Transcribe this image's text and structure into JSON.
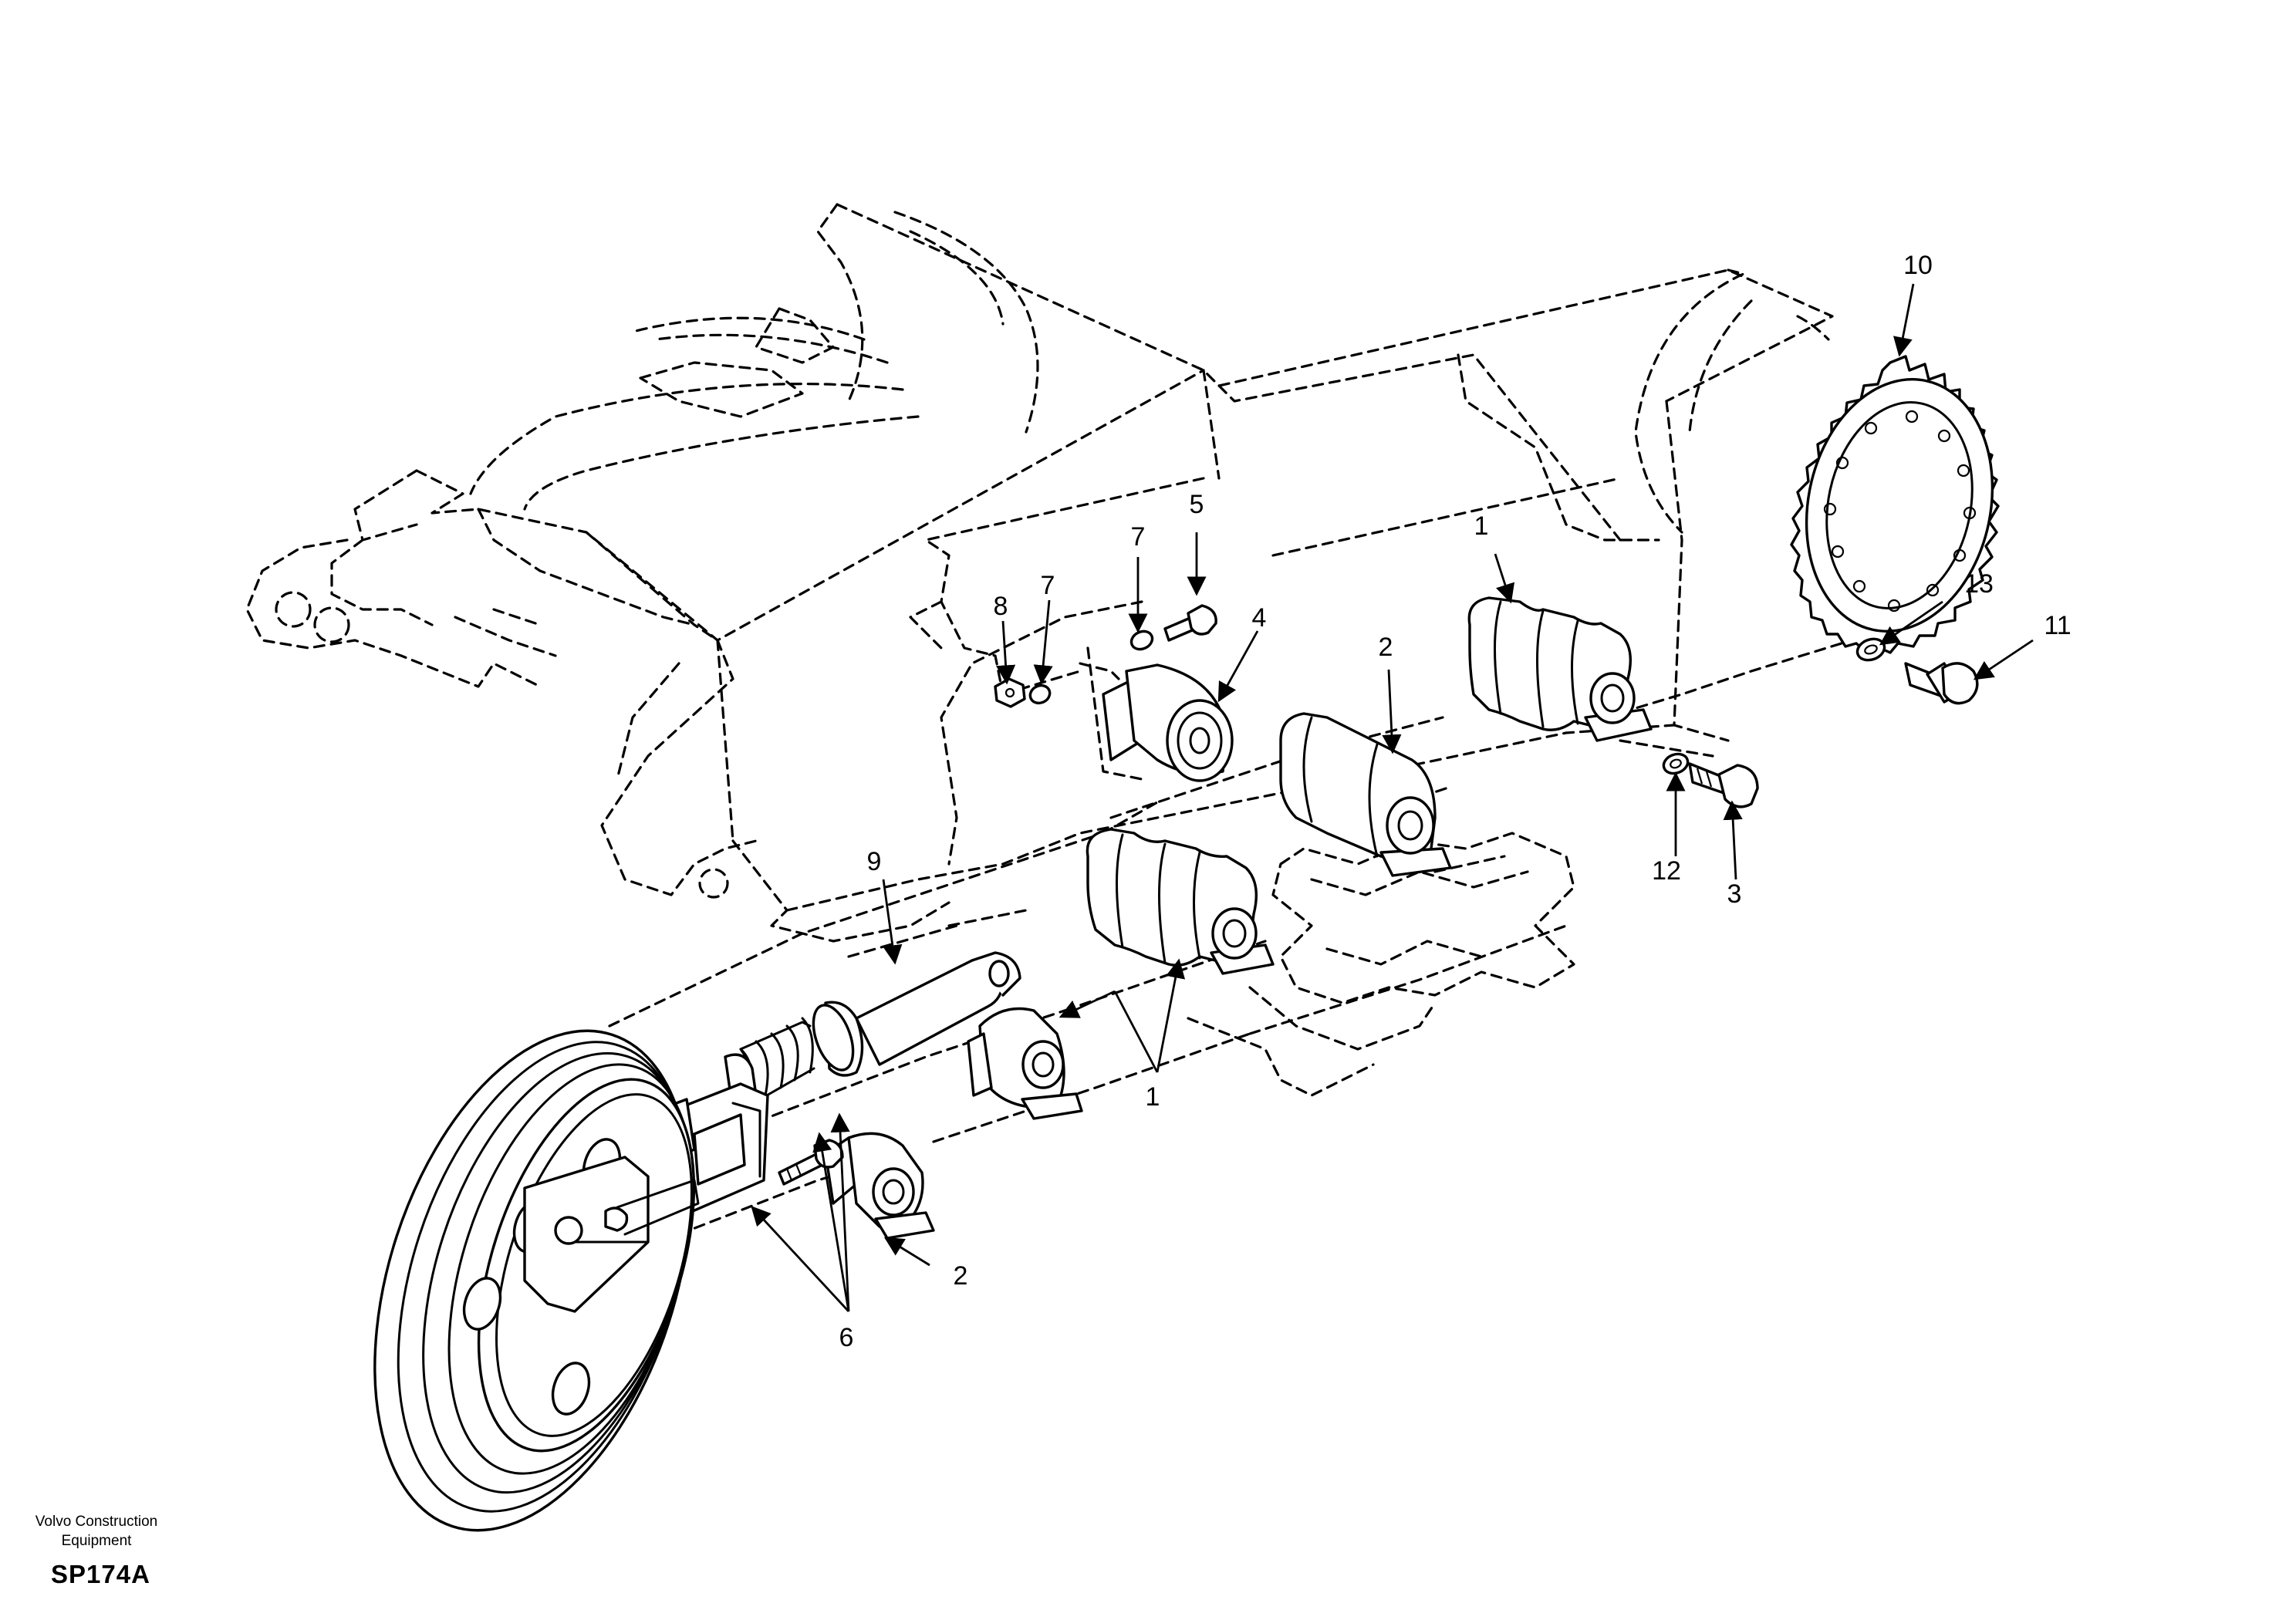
{
  "footer": {
    "manufacturer_line1": "Volvo Construction",
    "manufacturer_line2": "Equipment",
    "illustration_code": "SP174A"
  },
  "callouts": [
    {
      "id": "callout-1-upper",
      "label": "1"
    },
    {
      "id": "callout-1-lower",
      "label": "1"
    },
    {
      "id": "callout-2-upper",
      "label": "2"
    },
    {
      "id": "callout-2-lower",
      "label": "2"
    },
    {
      "id": "callout-3",
      "label": "3"
    },
    {
      "id": "callout-4",
      "label": "4"
    },
    {
      "id": "callout-5",
      "label": "5"
    },
    {
      "id": "callout-6",
      "label": "6"
    },
    {
      "id": "callout-7-left",
      "label": "7"
    },
    {
      "id": "callout-7-right",
      "label": "7"
    },
    {
      "id": "callout-8",
      "label": "8"
    },
    {
      "id": "callout-9",
      "label": "9"
    },
    {
      "id": "callout-10",
      "label": "10"
    },
    {
      "id": "callout-11",
      "label": "11"
    },
    {
      "id": "callout-12",
      "label": "12"
    },
    {
      "id": "callout-13",
      "label": "13"
    }
  ]
}
